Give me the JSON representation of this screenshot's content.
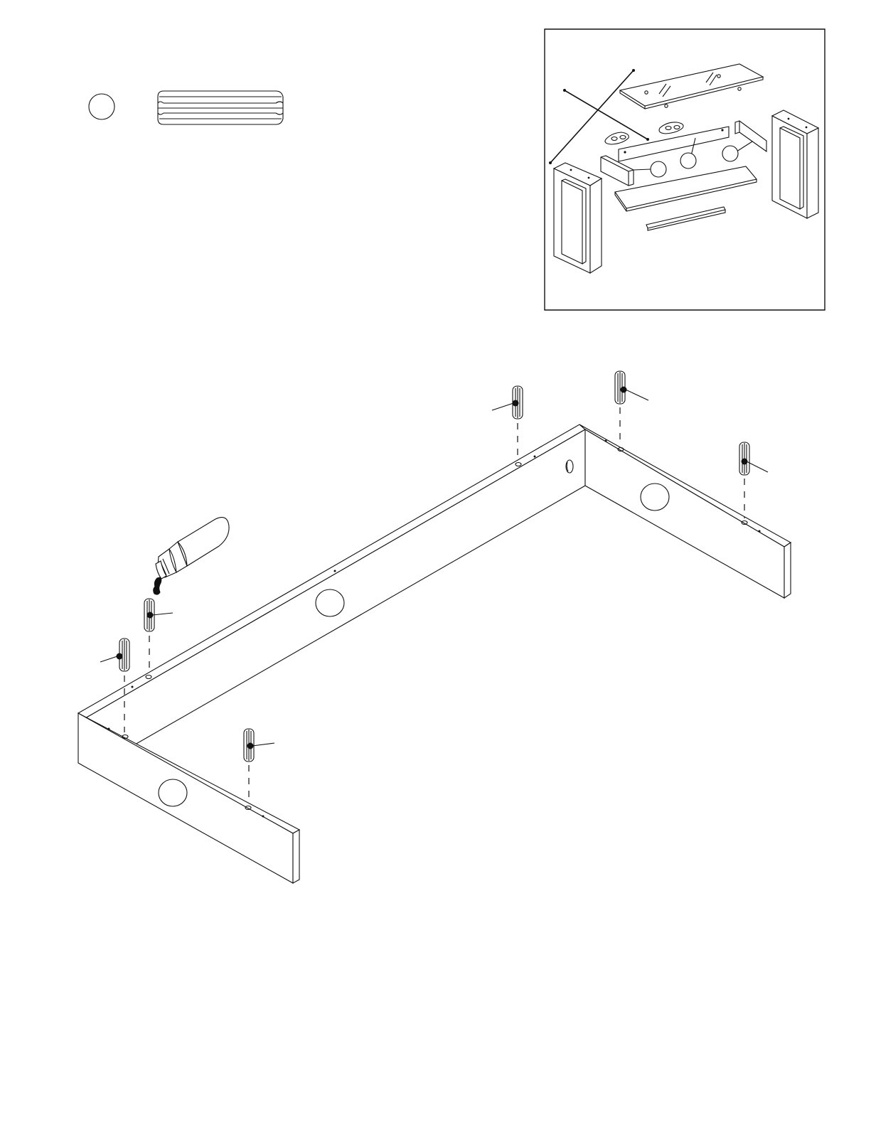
{
  "page": {
    "background": "#ffffff",
    "line_color": "#111111"
  },
  "legend": {
    "part_icon": "fluted-dowel-icon"
  },
  "inset": {
    "content": "exploded-view-of-table-parts"
  },
  "main": {
    "content": "apron-frame-with-dowels",
    "dowel_count": 6
  }
}
